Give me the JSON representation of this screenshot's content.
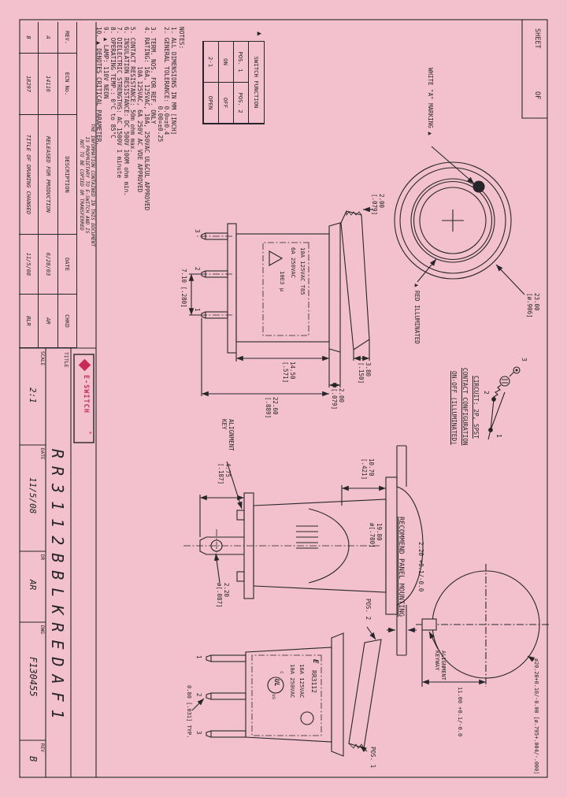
{
  "colors": {
    "paper": "#f2c1cd",
    "ink": "#26262a",
    "brand": "#c82c55"
  },
  "sheet": {
    "label_sheet": "SHEET",
    "label_of": "OF"
  },
  "front_view": {
    "marking_label": "WHITE \"A\" MARKING ▲",
    "illum_label": "▲ RED ILLUMINATED",
    "dim_dia": "23.00\n[ø.906]"
  },
  "circuit": {
    "t3": "3",
    "t2": "2",
    "t1": "1",
    "line1": "CIRCUIT: 2P, SPST",
    "line2": "CONTACT CONFIGURATION",
    "line3": "ON-OFF (ILLUMINATED)"
  },
  "panel_view": {
    "heading": "RECOMMEND PANEL MOUNTING",
    "dim_hole": "ø20.20+0.10/-0.00 [ø.795+.004/-.000]",
    "dim_flat": "11.00 +0.1/-0.0",
    "dim_panel": "2.20 +0.1/-0.0",
    "keyway_label": "ALIGNMENT\nKEYWAY"
  },
  "side_view": {
    "t3": "3",
    "t2": "2",
    "t1": "1",
    "dim_cap": "2.00\n[.079]",
    "dim_cap_h": "3.80\n[.150]",
    "dim_bezel": "2.00\n[.079]",
    "dim_body": "14.50\n[.571]",
    "dim_total": "22.60\n[.889]",
    "dim_pitch": "7.10 [.280]",
    "marking": [
      "10A 125VAC T85",
      "6A 250VAC",
      "10E3 µ"
    ]
  },
  "mount_view": {
    "dim_dia": "19.80\nø[.780]",
    "dim_depth": "10.70\n[.421]",
    "dim_term": "4.75\n[.187]",
    "dim_hole": "2.20\nø[.087]",
    "key_label": "ALIGNMENT\nKEY"
  },
  "pos_view": {
    "pos2": "POS. 2",
    "pos1": "POS. 1",
    "t1": "1",
    "t2": "2",
    "t3": "3",
    "dim_typ": "0.80 [.031] TYP.",
    "logo_e": "E",
    "marking_model": "RR3112",
    "marking_lines": [
      "16A 125VAC",
      "10A 250VAC"
    ],
    "ul_c": "c",
    "ul": "UL",
    "ul_us": "us"
  },
  "function_table": {
    "marker": "▲",
    "header": "SWITCH FUNCTION",
    "rows": [
      [
        "POS. 1",
        "POS. 2"
      ],
      [
        "ON",
        "OFF"
      ],
      [
        "2-1",
        "OPEN"
      ]
    ]
  },
  "notes": {
    "heading": "NOTES:",
    "lines": [
      "1. ALL DIMENSIONS IN MM [INCH]",
      "2. GENERAL TOLERANCE: 0.0=±0.4",
      "                      0.00=±0.25",
      "3. TERM. NOS. FOR REF. ONLY",
      "4. RATING: 16A, 125VAC, 10A, 250VAC UL&CUL APPROVED",
      "           10A 125VAC, 6A 250V AC VDE APPROVED",
      "5. CONTACT RESISTANCE: 50m ohm max.",
      "6. INSULATION RESISTANCE: DC 500V 100M ohm min.",
      "7. DIELECTRIC STRENGTHS: AC 1500V 1 minute",
      "8. OPERATING TEMP.: 0°C to 85°C",
      "9. ▲ LAMP: 110V NEON",
      "10. ▲ DENOTES CRITICAL PARAMETER."
    ]
  },
  "proprietary": {
    "line1": "THE INFORMATION CONTAINED IN THIS DOCUMENT",
    "line2": "IS PROPRIETARY TO E-SWITCH AND IS",
    "line3": "NOT TO BE COPIED OR TRANSFERRED"
  },
  "revision_table": {
    "headers": [
      "REV.",
      "ECN No.",
      "DESCRIPTION",
      "DATE",
      "CHKD"
    ],
    "rows": [
      [
        "A",
        "14116",
        "RELEASED FOR PRODUCTION",
        "6/28/03",
        "AR"
      ],
      [
        "B",
        "18297",
        "TITLE OF DRAWING CHANGED",
        "11/5/08",
        "BLR"
      ]
    ]
  },
  "title_block": {
    "title_label": "TITLE",
    "part_number": "RR3112BBLKREDAF1",
    "brand": "E-SWITCH",
    "brand_reg": "®",
    "scale_label": "SCALE",
    "scale": "2:1",
    "date_label": "DATE",
    "date": "11/5/08",
    "dr_label": "DR",
    "dr": "AR",
    "dwg_label": "DWG",
    "dwg": "F130455",
    "rev_label": "REV",
    "rev": "B"
  }
}
